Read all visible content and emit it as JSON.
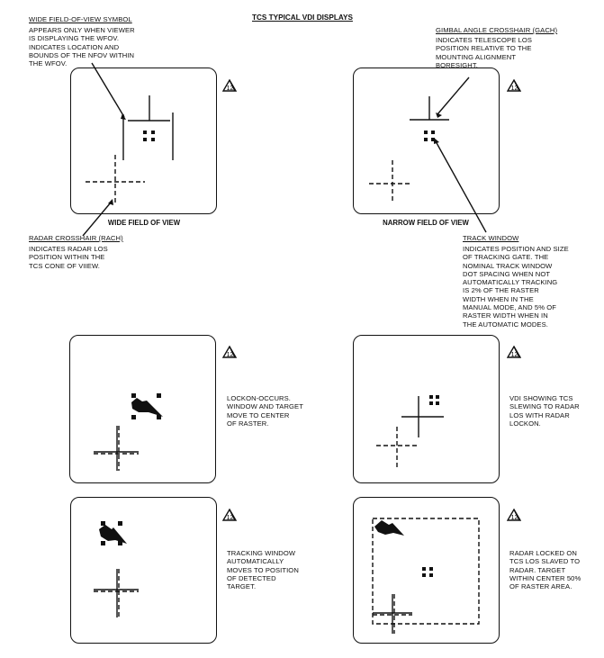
{
  "title": "TCS TYPICAL VDI DISPLAYS",
  "badge_number": "12",
  "annotations": {
    "wfov_symbol": {
      "heading": "WIDE FIELD-OF-VIEW SYMBOL",
      "text": "APPEARS ONLY WHEN VIEWER\nIS DISPLAYING THE WFOV.\nINDICATES LOCATION AND\nBOUNDS OF THE NFOV WITHIN\nTHE WFOV."
    },
    "gach": {
      "heading": "GIMBAL ANGLE CROSSHAIR (GACH)",
      "text": "INDICATES TELESCOPE LOS\nPOSITION RELATIVE TO THE\nMOUNTING ALIGNMENT\nBORESIGHT."
    },
    "rach": {
      "heading": "RADAR CROSSHAIR (RACH)",
      "text": "INDICATES RADAR LOS\nPOSITION WITHIN THE\nTCS CONE OF VIIEW."
    },
    "track_window": {
      "heading": "TRACK WINDOW",
      "text": "INDICATES POSITION AND SIZE\nOF TRACKING GATE. THE\nNOMINAL TRACK WINDOW\nDOT SPACING WHEN NOT\nAUTOMATICALLY TRACKING\nIS 2% OF THE RASTER\nWIDTH WHEN IN THE\nMANUAL MODE, AND 5% OF\nRASTER WIDTH WHEN IN\nTHE AUTOMATIC MODES."
    }
  },
  "captions": {
    "wide": "WIDE FIELD OF VIEW",
    "narrow": "NARROW FIELD OF VIEW"
  },
  "notes": {
    "lockon": "LOCKON-OCCURS.\nWINDOW AND TARGET\nMOVE TO CENTER\nOF RASTER.",
    "slewing": "VDI SHOWING TCS\nSLEWING TO RADAR\nLOS WITH RADAR\nLOCKON.",
    "tracking": "TRACKING WINDOW\nAUTOMATICALLY\nMOVES TO POSITION\nOF DETECTED\nTARGET.",
    "slaved": "RADAR LOCKED ON\nTCS LOS SLAVED TO\nRADAR. TARGET\nWITHIN CENTER 50%\nOF RASTER AREA."
  }
}
